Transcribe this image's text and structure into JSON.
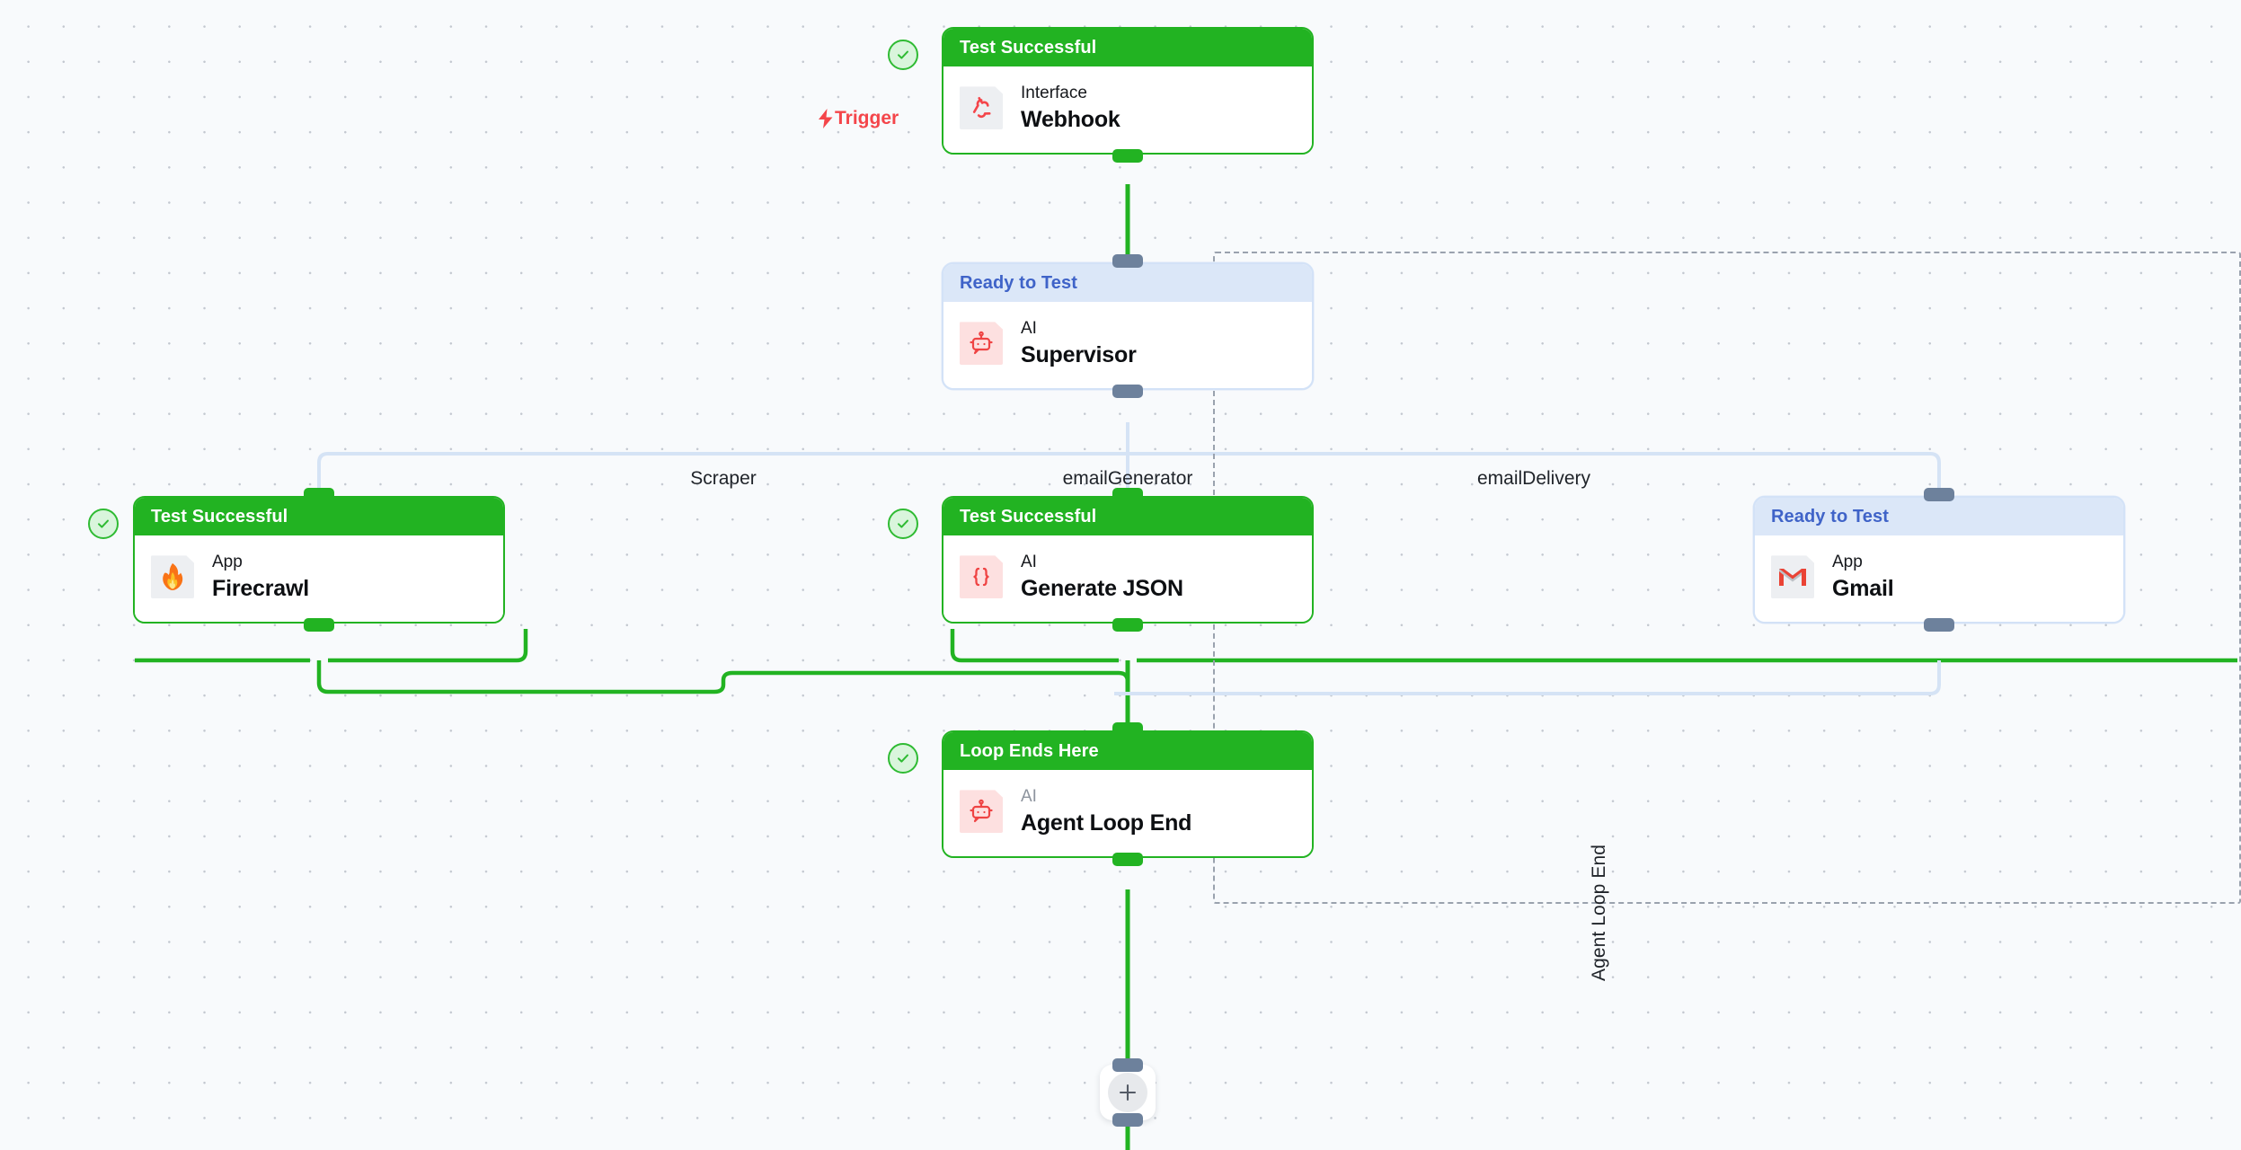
{
  "canvas": {
    "background_color": "#f8fafc",
    "grid_dot_color": "#c3c8d0"
  },
  "colors": {
    "success_green": "#22b322",
    "ready_blue_bg": "#dbe7f8",
    "ready_blue_text": "#3f63c8",
    "trigger_red": "#f4454a",
    "handle_slate": "#6d819c",
    "edge_green": "#22b322",
    "edge_blue": "#d5e3f5",
    "loop_border": "#9aa2ae"
  },
  "trigger": {
    "label": "Trigger",
    "icon": "lightning-bolt-icon"
  },
  "loop": {
    "label": "Agent Loop End"
  },
  "add_button": {
    "icon": "plus-icon",
    "label": "+"
  },
  "branch_labels": [
    {
      "id": "scraper",
      "text": "Scraper"
    },
    {
      "id": "emailgenerator",
      "text": "emailGenerator"
    },
    {
      "id": "emaildelivery",
      "text": "emailDelivery"
    }
  ],
  "nodes": [
    {
      "id": "webhook",
      "status": "Test Successful",
      "state": "success",
      "kind": "Interface",
      "title": "Webhook",
      "icon": "webhook-icon",
      "badge": "check-icon"
    },
    {
      "id": "supervisor",
      "status": "Ready to Test",
      "state": "ready",
      "kind": "AI",
      "title": "Supervisor",
      "icon": "robot-icon",
      "badge": null
    },
    {
      "id": "firecrawl",
      "status": "Test Successful",
      "state": "success",
      "kind": "App",
      "title": "Firecrawl",
      "icon": "flame-icon",
      "badge": "check-icon"
    },
    {
      "id": "generate-json",
      "status": "Test Successful",
      "state": "success",
      "kind": "AI",
      "title": "Generate JSON",
      "icon": "curly-braces-icon",
      "badge": "check-icon"
    },
    {
      "id": "gmail",
      "status": "Ready to Test",
      "state": "ready",
      "kind": "App",
      "title": "Gmail",
      "icon": "gmail-icon",
      "badge": null
    },
    {
      "id": "agent-loop-end",
      "status": "Loop Ends Here",
      "state": "success",
      "kind": "AI",
      "title": "Agent Loop End",
      "icon": "robot-icon",
      "badge": "check-icon"
    }
  ]
}
